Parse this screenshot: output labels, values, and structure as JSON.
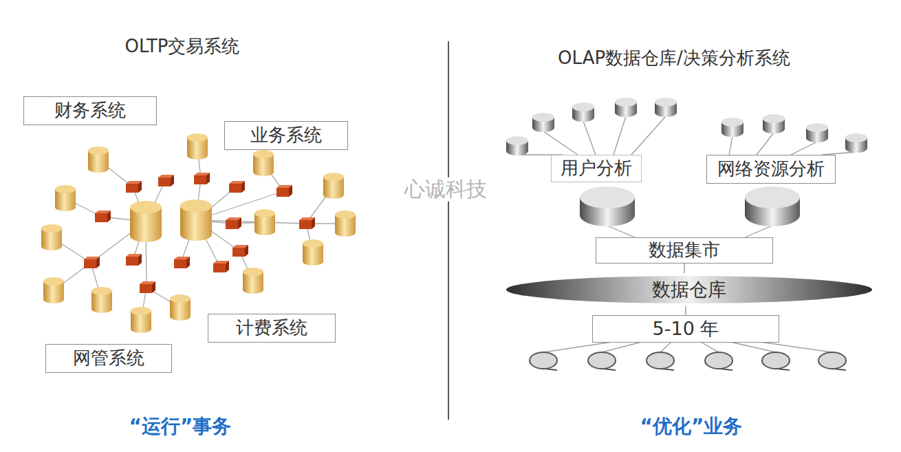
{
  "diagram": {
    "nodes": [
      {
        "text": [
          "财务系统"
        ]
      },
      {
        "text": [
          "业务系统"
        ]
      },
      {
        "text": [
          "计费系统"
        ]
      },
      {
        "text": [
          "网管系统"
        ]
      },
      {
        "text": [
          "用户分析"
        ]
      },
      {
        "text": [
          "网络资源分析"
        ]
      },
      {
        "text": [
          "数据集市"
        ]
      },
      {
        "text": [
          "数据仓库"
        ]
      },
      {
        "text": [
          "5-10 年"
        ]
      }
    ],
    "edges": [
      {
        "from": 6,
        "to": 7,
        "arrow": "none"
      },
      {
        "from": 7,
        "to": 8,
        "arrow": "none"
      }
    ],
    "labels": [
      "OLTP交易系统",
      "OLAP数据仓库/决策分析系统",
      "心诚科技",
      "“运行”事务",
      "“优化”业务"
    ]
  }
}
